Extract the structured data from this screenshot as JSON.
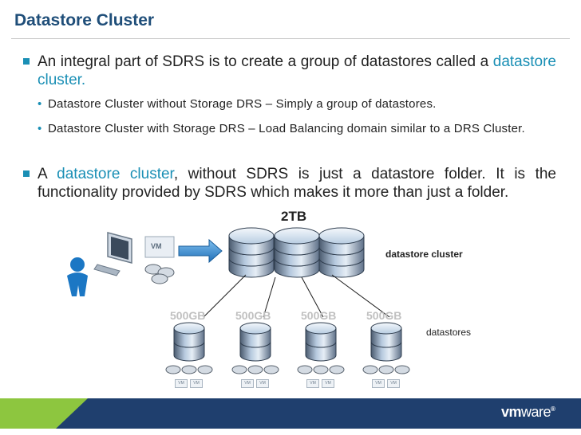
{
  "slide": {
    "title": "Datastore Cluster",
    "bullet1": {
      "text_before": "An integral part of SDRS is to create a group of datastores called a ",
      "highlight": "datastore cluster.",
      "subs": [
        "Datastore Cluster without Storage DRS – Simply a group of datastores.",
        "Datastore Cluster with Storage DRS – Load Balancing domain similar to a DRS Cluster."
      ]
    },
    "bullet2": {
      "text_before": "A ",
      "highlight": "datastore cluster",
      "text_after": ", without SDRS is just a datastore folder. It is the functionality provided by SDRS which makes it more than just a folder."
    }
  },
  "diagram": {
    "cluster_size": "2TB",
    "cluster_label": "datastore cluster",
    "datastores_label": "datastores",
    "vm_badge": "VM",
    "datastore_sizes": [
      "500GB",
      "500GB",
      "500GB",
      "500GB"
    ],
    "vm_tag": "VM"
  },
  "footer": {
    "brand_vm": "vm",
    "brand_ware": "ware",
    "brand_mark": "®",
    "colors": {
      "navy": "#1f3f6e",
      "green": "#8dc63f",
      "accent": "#1a8fb5"
    }
  }
}
